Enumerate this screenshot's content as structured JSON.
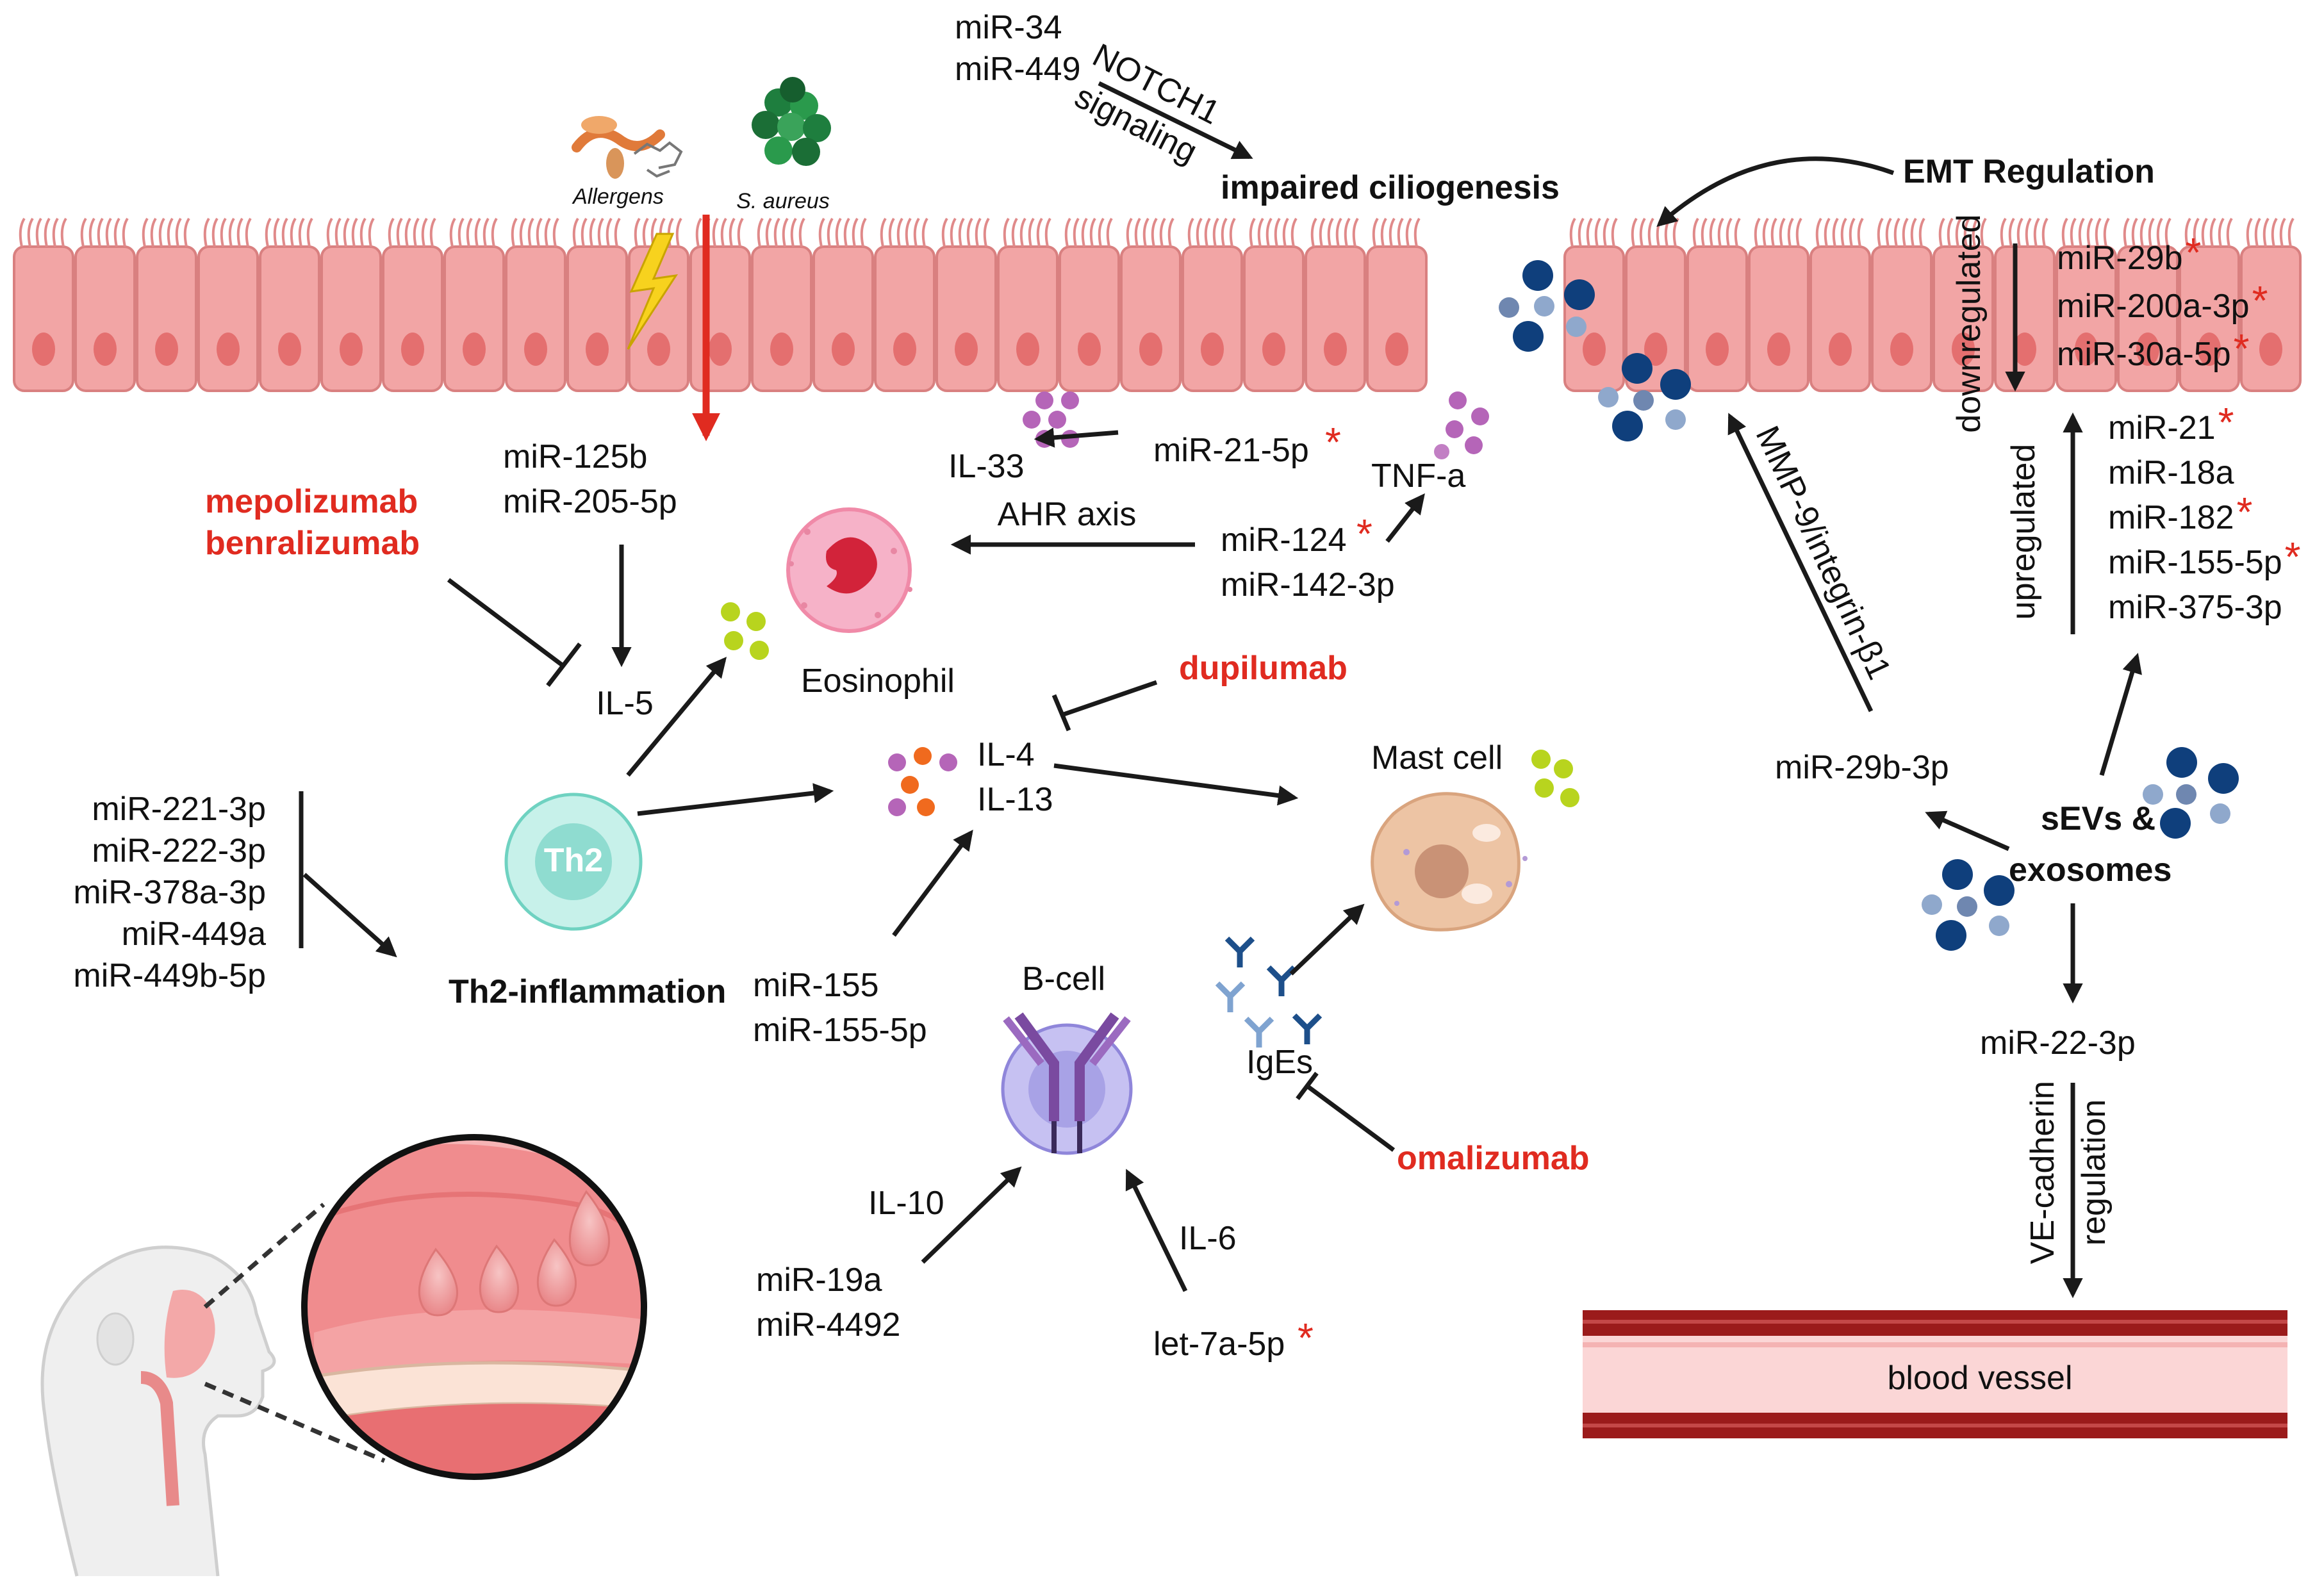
{
  "colors": {
    "epithelium": "#f2a5a5",
    "nucleus": "#e46f6f",
    "drug_red": "#e02b20",
    "exosome_dark": "#0f3f7c",
    "exosome_light": "#8fa8cc",
    "vessel": "#9b1b1b",
    "th2": "#9fe3d8",
    "bcell": "#a8a2e6",
    "mast": "#e8b89a",
    "eosinophil": "#f08aa8"
  },
  "icons": [
    "allergens-icon",
    "s-aureus-icon",
    "lightning-icon",
    "eosinophil-icon",
    "th2-cell-icon",
    "b-cell-icon",
    "mast-cell-icon",
    "ige-icon",
    "exosome-icon",
    "nasal-cavity-icon",
    "head-profile-icon",
    "blood-vessel-icon"
  ],
  "top": {
    "allergens": "Allergens",
    "s_aureus": "S. aureus",
    "mir34": "miR-34",
    "mir449": "miR-449",
    "notch1": "NOTCH1",
    "signaling": "signaling",
    "impaired": "impaired ciliogenesis",
    "emt": "EMT Regulation"
  },
  "downregulated": {
    "label": "downregulated",
    "items": [
      {
        "name": "miR-29b",
        "star": "*"
      },
      {
        "name": "miR-200a-3p",
        "star": "*"
      },
      {
        "name": "miR-30a-5p",
        "star": "*"
      }
    ]
  },
  "upregulated": {
    "label": "upregulated",
    "items": [
      {
        "name": "miR-21",
        "star": "*"
      },
      {
        "name": "miR-18a",
        "star": ""
      },
      {
        "name": "miR-182",
        "star": "*"
      },
      {
        "name": "miR-155-5p",
        "star": "*"
      },
      {
        "name": "miR-375-3p",
        "star": ""
      }
    ]
  },
  "middle": {
    "mir125b": "miR-125b",
    "mir205": "miR-205-5p",
    "mepolizumab": "mepolizumab",
    "benralizumab": "benralizumab",
    "il5": "IL-5",
    "il33": "IL-33",
    "mir21_5p": "miR-21-5p",
    "star": "*",
    "tnfa": "TNF-a",
    "ahr": "AHR axis",
    "mir124": "miR-124",
    "mir142": "miR-142-3p",
    "eosinophil": "Eosinophil",
    "dupilumab": "dupilumab",
    "il4": "IL-4",
    "il13": "IL-13",
    "mast": "Mast cell",
    "th2": "Th2",
    "th2_inflammation": "Th2-inflammation",
    "mmp9": "MMP-9/integrin-β1",
    "mir29b3p": "miR-29b-3p",
    "sevs1": "sEVs &",
    "sevs2": "exosomes"
  },
  "left_list": [
    "miR-221-3p",
    "miR-222-3p",
    "miR-378a-3p",
    "miR-449a",
    "miR-449b-5p"
  ],
  "lower": {
    "mir155": "miR-155",
    "mir155_5p": "miR-155-5p",
    "bcell": "B-cell",
    "iges": "IgEs",
    "omalizumab": "omalizumab",
    "il10": "IL-10",
    "mir19a": "miR-19a",
    "mir4492": "miR-4492",
    "il6": "IL-6",
    "let7a": "let-7a-5p",
    "star": "*",
    "mir22": "miR-22-3p",
    "vecad1": "VE-cadherin",
    "vecad2": "regulation",
    "vessel": "blood vessel"
  }
}
